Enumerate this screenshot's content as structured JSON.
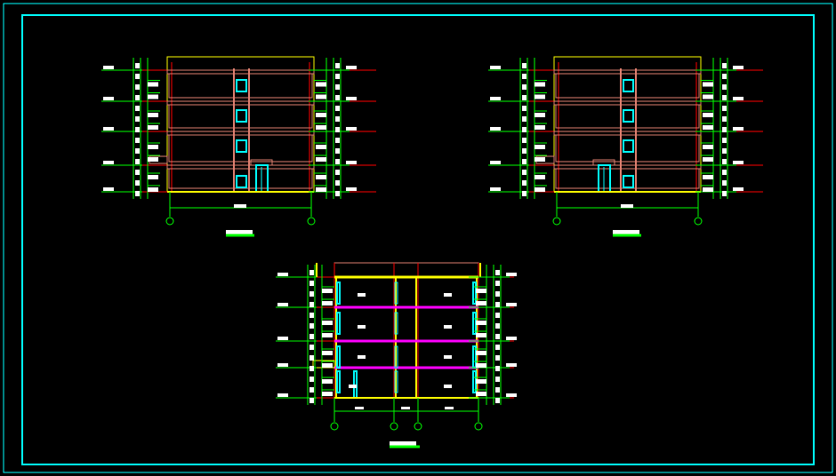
{
  "drawing": {
    "type": "CAD building elevations and section",
    "views": [
      {
        "id": "elevation-front",
        "kind": "elevation"
      },
      {
        "id": "elevation-rear",
        "kind": "elevation"
      },
      {
        "id": "section-1-1",
        "kind": "section"
      }
    ],
    "floors": 4
  },
  "colors": {
    "background": "#000000",
    "frame": "#00ffff",
    "dimension": "#00ff00",
    "axis": "#ff0000",
    "outline": "#ffff00",
    "wall": "#e08070",
    "window": "#00ffff",
    "slab": "#ff00ff",
    "text": "#ffffff"
  }
}
